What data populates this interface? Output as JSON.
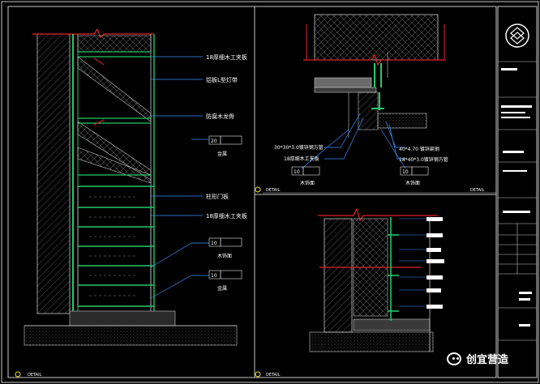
{
  "colors": {
    "background": "#000000",
    "frame": "#c8c8c8",
    "section_cut": "#e81f2a",
    "framing": "#22c96a",
    "leader": "#3a8fff",
    "annotation_text": "#ffffff"
  },
  "left_section": {
    "callouts": [
      "18厚细木工夹板",
      "铝板L型灯带",
      "防腐木龙骨",
      "20",
      "柱形门板",
      "18厚细木工夹板",
      "10",
      "10"
    ],
    "subcaptions": [
      "金属",
      "木饰面",
      "金属"
    ]
  },
  "top_right_detail": {
    "callouts": [
      "30*30*3.0镀锌钢方管",
      "18厚细木工夹板",
      "40*4.70 镀锌扁钢",
      "18*40*3.0镀锌钢方管"
    ],
    "tag_numbers": [
      "10",
      "10"
    ],
    "subcaptions": [
      "木饰面",
      "木饰面"
    ]
  },
  "detail_labels": [
    "DETAIL",
    "DETAIL",
    "DETAIL",
    "DETAIL"
  ],
  "title_block": {
    "logo_icon": "company-logo-icon"
  },
  "watermark": {
    "icon": "wechat-icon",
    "text": "创宜营造"
  }
}
